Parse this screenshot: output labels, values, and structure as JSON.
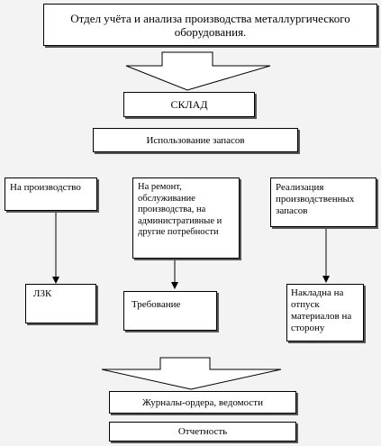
{
  "diagram": {
    "title": "Отдел учёта и анализа производства металлургического оборудования.",
    "warehouse": "СКЛАД",
    "usage": "Использование запасов",
    "branches": [
      {
        "label": "На производство",
        "result": "ЛЗК"
      },
      {
        "label": "На ремонт, обслуживание производства, на административные и другие потребности",
        "result": "Требование"
      },
      {
        "label": "Реализация производственных запасов",
        "result": "Накладна на отпуск материалов на сторону"
      }
    ],
    "journals": "Журналы-ордера, ведомости",
    "reporting": "Отчетность"
  }
}
